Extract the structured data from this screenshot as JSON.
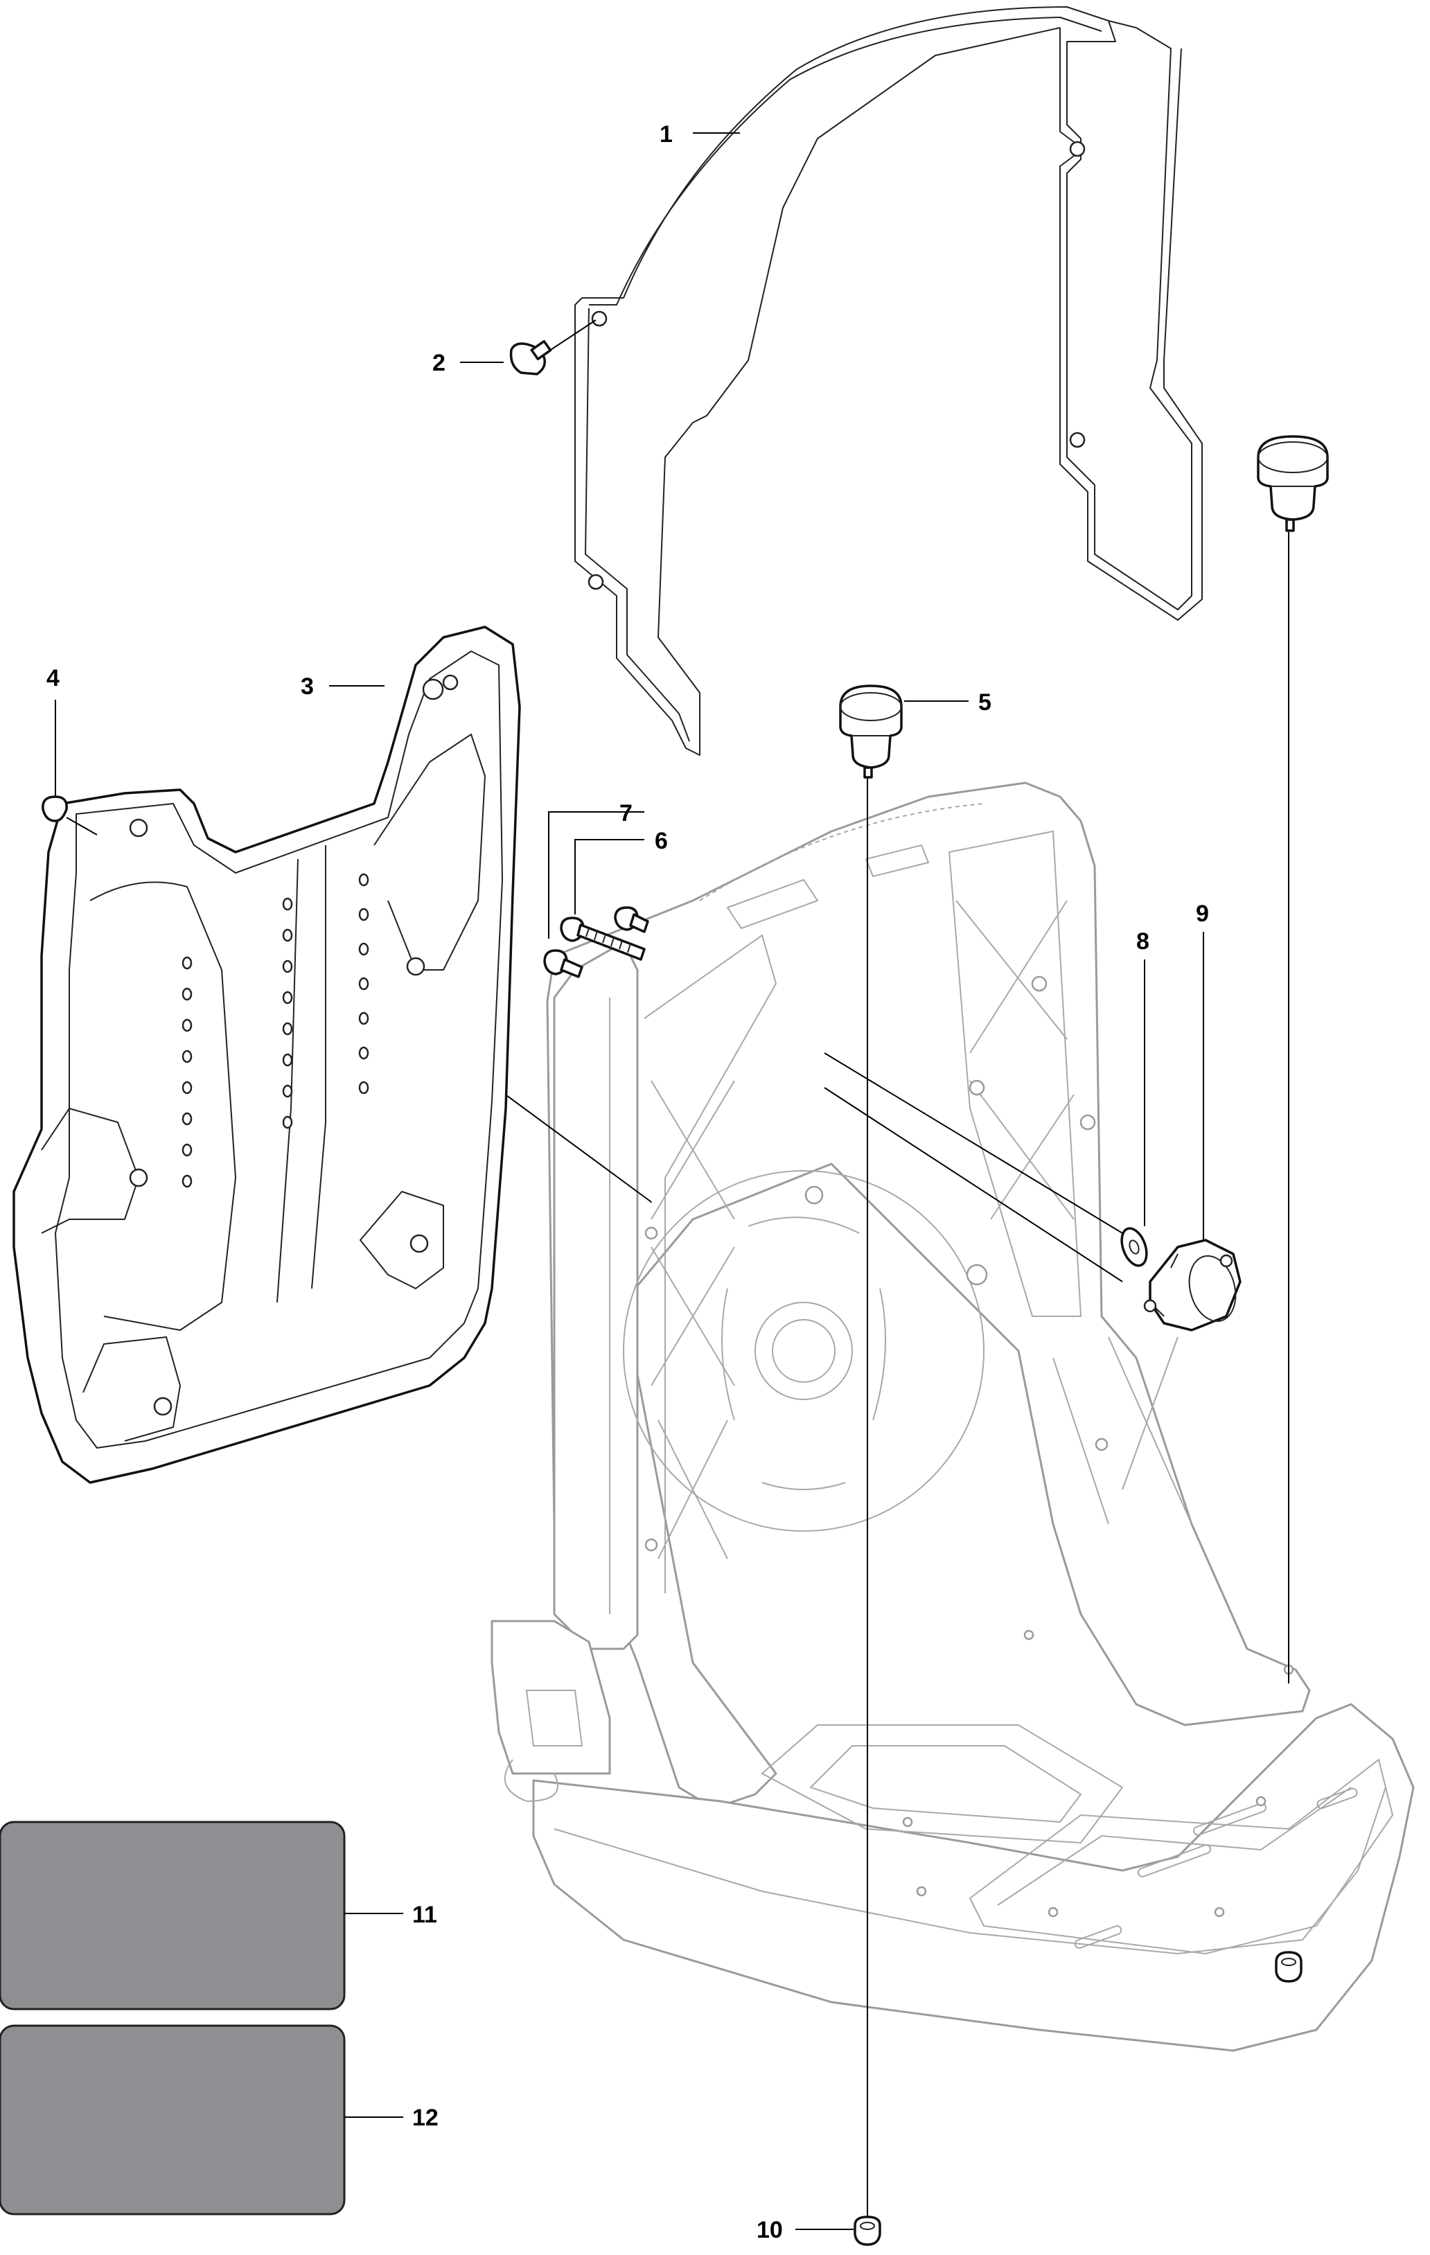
{
  "diagram": {
    "callouts": {
      "c1": "1",
      "c2": "2",
      "c3": "3",
      "c4": "4",
      "c5": "5",
      "c6": "6",
      "c7": "7",
      "c8": "8",
      "c9": "9",
      "c10": "10",
      "c11": "11",
      "c12": "12"
    },
    "colors": {
      "outline_dark": "#111111",
      "outline_light": "#9a9a9a",
      "label_plate": "#8e8f92",
      "background": "#ffffff"
    }
  }
}
